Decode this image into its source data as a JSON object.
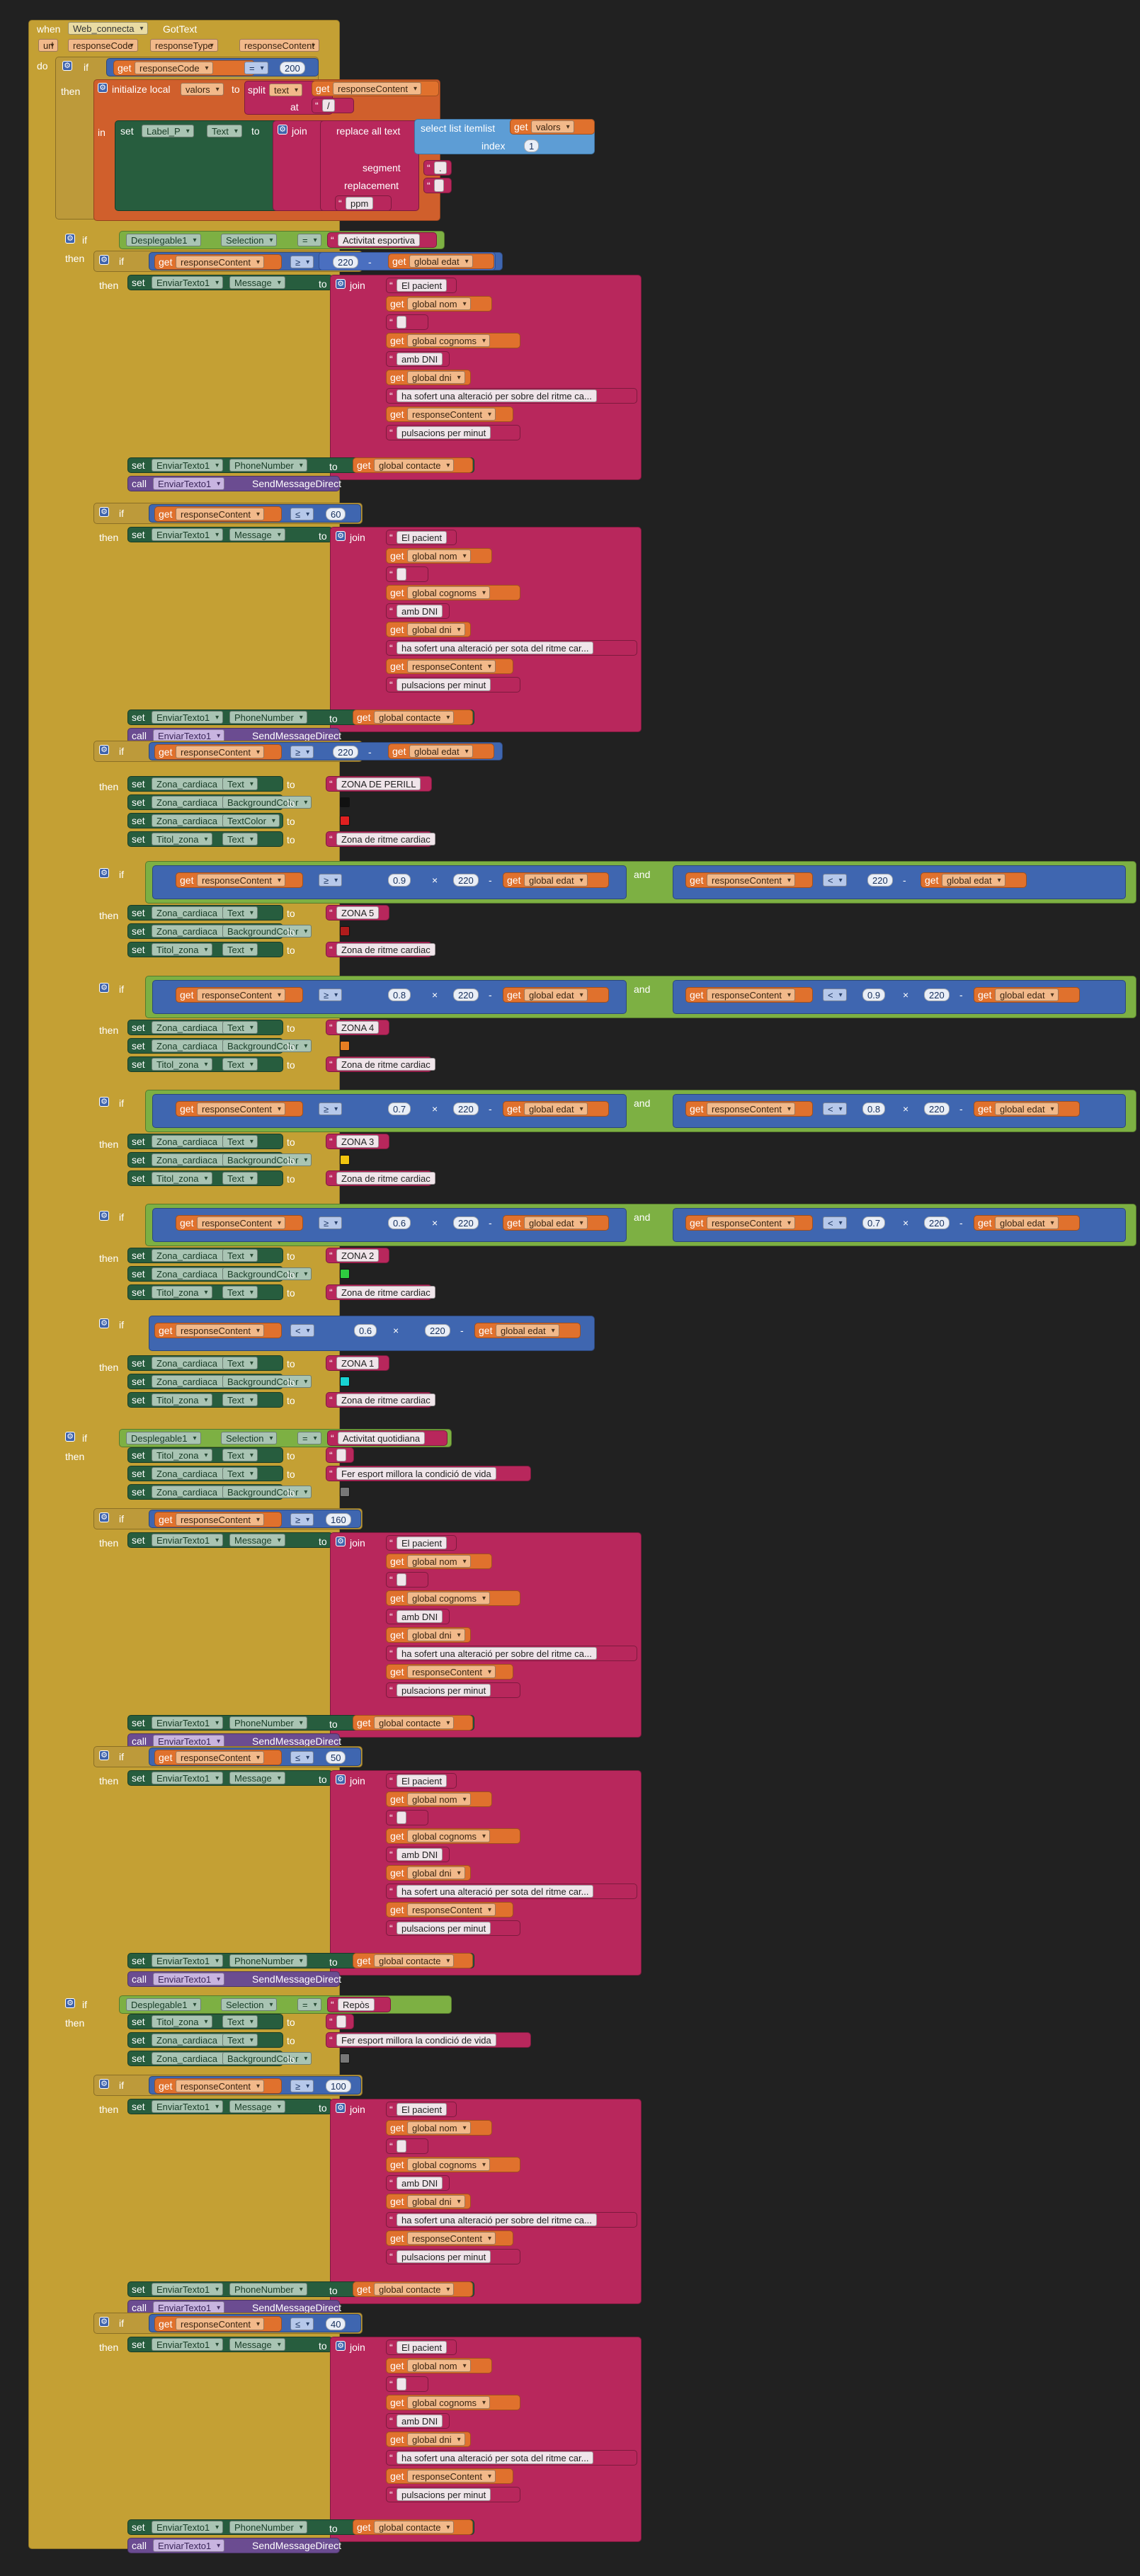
{
  "event": {
    "when": "when",
    "component": "Web_connecta",
    "event_name": "GotText",
    "do": "do",
    "params": [
      "url",
      "responseCode",
      "responseType",
      "responseContent"
    ]
  },
  "kw": {
    "if": "if",
    "then": "then",
    "in": "in",
    "set": "set",
    "to": "to",
    "call": "call",
    "get": "get",
    "and": "and",
    "join": "join",
    "initialize_local": "initialize local",
    "split": "split",
    "text": "text",
    "at": "at",
    "replace_all": "replace all text",
    "segment": "segment",
    "replacement": "replacement",
    "select_list_item": "select list item",
    "list": "list",
    "index": "index",
    "mult": "×",
    "minus": "-"
  },
  "vars": {
    "responseCode": "responseCode",
    "responseContent": "responseContent",
    "valors": "valors",
    "edat": "global edat",
    "nom": "global nom",
    "cognoms": "global cognoms",
    "dni": "global dni",
    "contacte": "global contacte"
  },
  "comps": {
    "label": "Label_P",
    "text": "Text",
    "desp": "Desplegable1",
    "selection": "Selection",
    "enviar": "EnviarTexto1",
    "message": "Message",
    "phone": "PhoneNumber",
    "send": "SendMessageDirect",
    "zona": "Zona_cardiaca",
    "bg": "BackgroundColor",
    "tc": "TextColor",
    "titol": "Titol_zona"
  },
  "ops": {
    "eq": "=",
    "ge": "≥",
    "le": "≤",
    "lt": "<"
  },
  "nums": {
    "n200": "200",
    "n1": "1",
    "n220": "220",
    "n60": "60",
    "n09": "0.9",
    "n08": "0.8",
    "n07": "0.7",
    "n06": "0.6",
    "n160": "160",
    "n50": "50",
    "n100": "100",
    "n40": "40"
  },
  "strs": {
    "slash": "/",
    "ppm": "ppm",
    "empty": "",
    "dot": ".",
    "activitat": "Activitat esportiva",
    "quotidiana": "Activitat quotidiana",
    "repos": "Repòs",
    "pacient": "El pacient",
    "space": " ",
    "amb_dni": "amb DNI",
    "sobre": "ha sofert una alteració per sobre del ritme ca...",
    "sota": "ha sofert una alteració per sota del ritme car...",
    "pulsacions": "pulsacions per minut",
    "perill": "ZONA DE PERILL",
    "ritme": "Zona de ritme cardiac",
    "zona5": "ZONA 5",
    "zona4": "ZONA 4",
    "zona3": "ZONA 3",
    "zona2": "ZONA 2",
    "zona1": "ZONA 1",
    "esport": "Fer esport millora la condició de vida"
  },
  "colors": {
    "black": "#111111",
    "red": "#e02020",
    "darkred": "#b01c1c",
    "orange": "#e67e22",
    "yellow": "#f1c40f",
    "green": "#2ecc40",
    "cyan": "#18d3d3",
    "gray": "#777777"
  }
}
